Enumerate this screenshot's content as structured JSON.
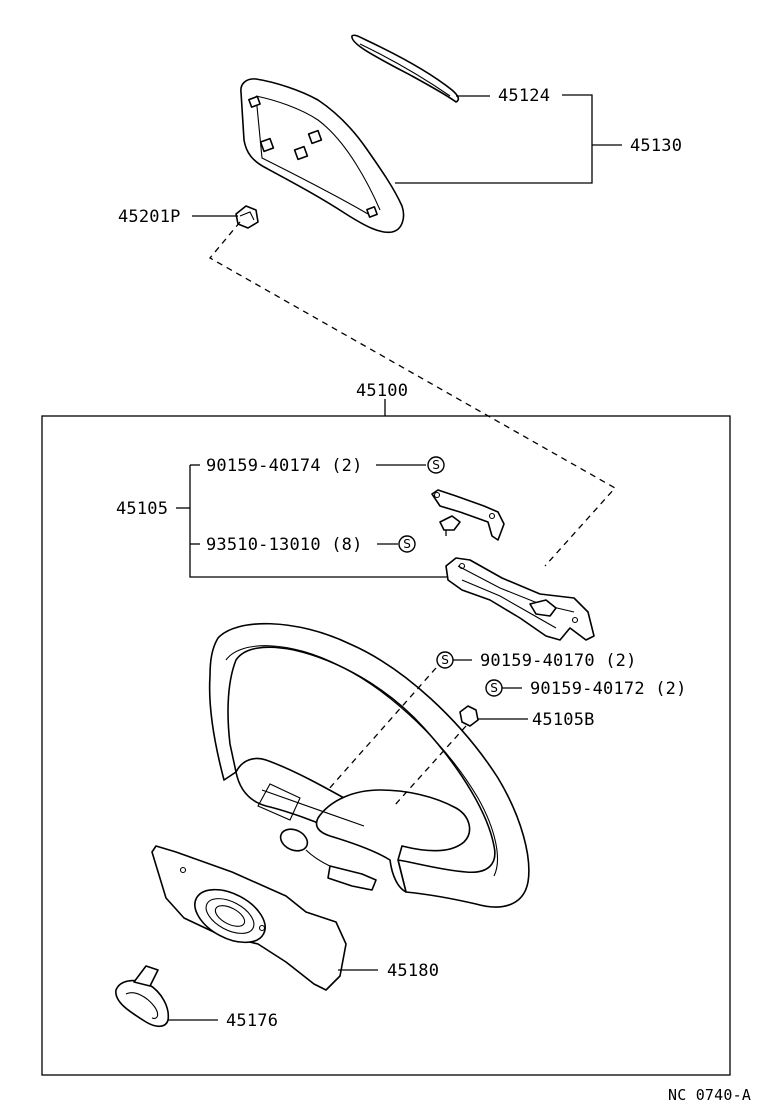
{
  "callouts": {
    "p45124": "45124",
    "p45130": "45130",
    "p45201P": "45201P",
    "p45100": "45100",
    "p45105": "45105",
    "p90159_40174": "90159-40174 (2)",
    "p93510_13010": "93510-13010 (8)",
    "p90159_40170": "90159-40170 (2)",
    "p90159_40172": "90159-40172 (2)",
    "p45105B": "45105B",
    "p45180": "45180",
    "p45176": "45176"
  },
  "symbols": {
    "s": "S"
  },
  "footer": {
    "code": "NC 0740-A"
  }
}
